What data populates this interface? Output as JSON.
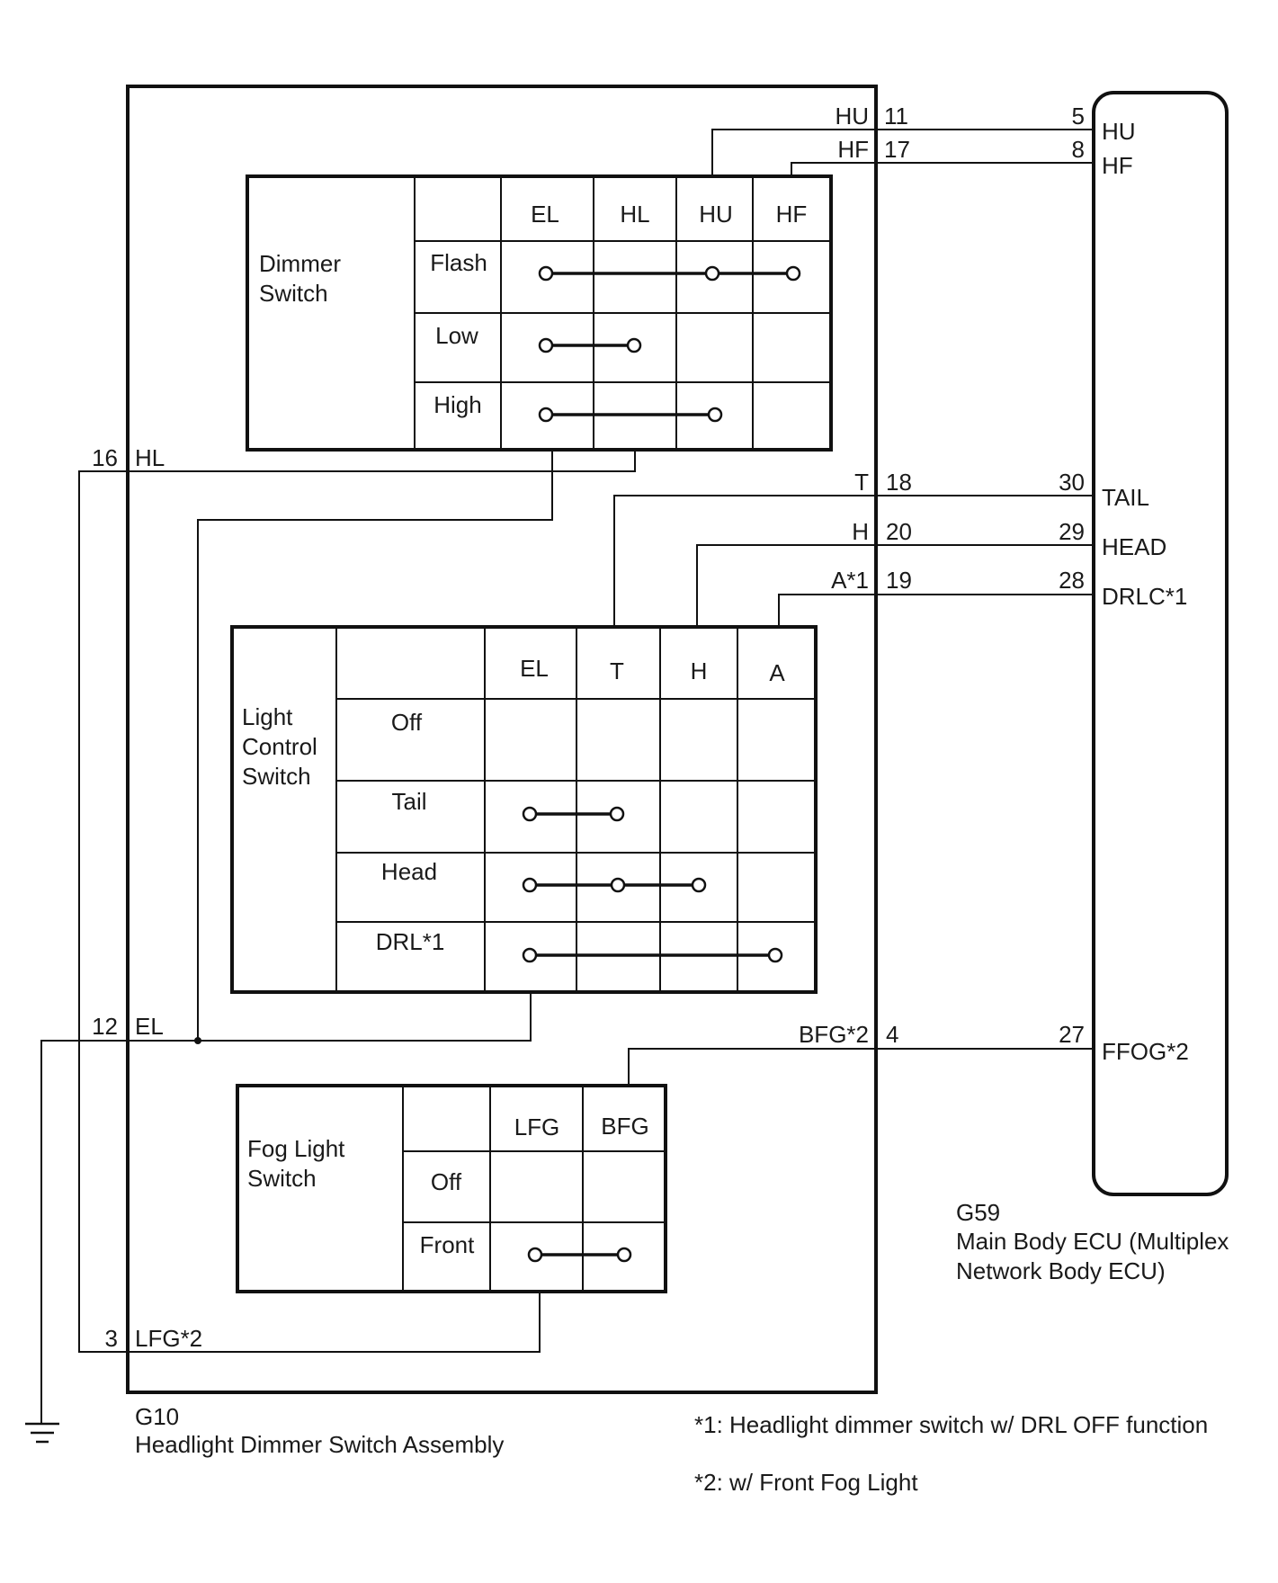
{
  "assembly": {
    "code": "G10",
    "name": "Headlight Dimmer Switch Assembly"
  },
  "ecu": {
    "code": "G59",
    "name_line1": "Main Body ECU (Multiplex",
    "name_line2": "Network Body ECU)"
  },
  "dimmer_switch": {
    "title_line1": "Dimmer",
    "title_line2": "Switch",
    "columns": [
      "EL",
      "HL",
      "HU",
      "HF"
    ],
    "rows": [
      "Flash",
      "Low",
      "High"
    ]
  },
  "light_control_switch": {
    "title_line1": "Light",
    "title_line2": "Control",
    "title_line3": "Switch",
    "columns": [
      "EL",
      "T",
      "H",
      "A"
    ],
    "rows": [
      "Off",
      "Tail",
      "Head",
      "DRL*1"
    ]
  },
  "fog_light_switch": {
    "title_line1": "Fog Light",
    "title_line2": "Switch",
    "columns": [
      "LFG",
      "BFG"
    ],
    "rows": [
      "Off",
      "Front"
    ]
  },
  "pins_right": [
    {
      "name": "HU",
      "pin": "11",
      "ecu_pin": "5",
      "ecu_name": "HU"
    },
    {
      "name": "HF",
      "pin": "17",
      "ecu_pin": "8",
      "ecu_name": "HF"
    },
    {
      "name": "T",
      "pin": "18",
      "ecu_pin": "30",
      "ecu_name": "TAIL"
    },
    {
      "name": "H",
      "pin": "20",
      "ecu_pin": "29",
      "ecu_name": "HEAD"
    },
    {
      "name": "A*1",
      "pin": "19",
      "ecu_pin": "28",
      "ecu_name": "DRLC*1"
    },
    {
      "name": "BFG*2",
      "pin": "4",
      "ecu_pin": "27",
      "ecu_name": "FFOG*2"
    }
  ],
  "pins_left": [
    {
      "pin": "16",
      "name": "HL"
    },
    {
      "pin": "12",
      "name": "EL"
    },
    {
      "pin": "3",
      "name": "LFG*2"
    }
  ],
  "footnotes": [
    "*1: Headlight dimmer switch w/ DRL OFF function",
    "*2: w/ Front Fog Light"
  ]
}
